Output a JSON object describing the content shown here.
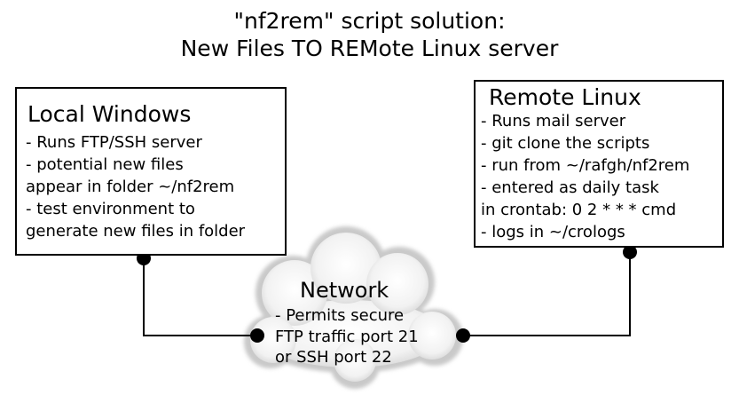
{
  "title": {
    "line1": "\"nf2rem\" script solution:",
    "line2": "New Files TO REMote Linux server"
  },
  "local": {
    "heading": "Local Windows",
    "lines": [
      "- Runs FTP/SSH server",
      "- potential new files",
      "appear in folder ~/nf2rem",
      "- test environment to",
      "generate new files in folder"
    ]
  },
  "remote": {
    "heading": "Remote Linux",
    "lines": [
      "- Runs mail server",
      "- git clone the scripts",
      "- run from ~/rafgh/nf2rem",
      "- entered as daily task",
      "in crontab: 0 2 * * * cmd",
      "- logs in ~/crologs"
    ]
  },
  "network": {
    "heading": "Network",
    "lines": [
      "-  Permits secure",
      "FTP traffic port 21",
      "or SSH port 22"
    ]
  }
}
